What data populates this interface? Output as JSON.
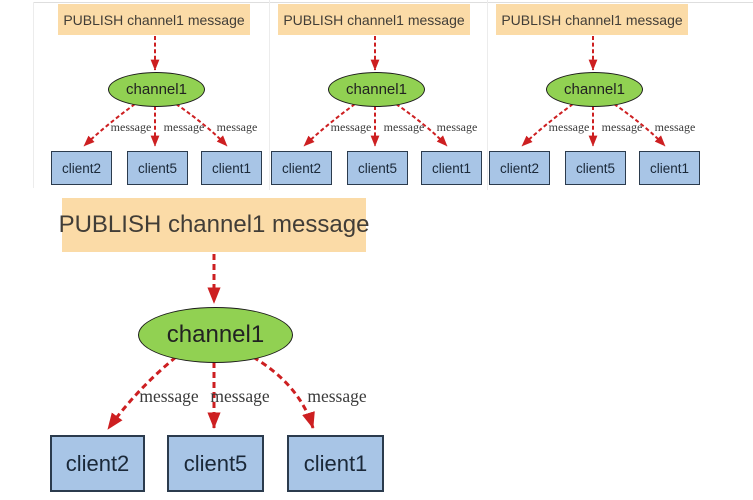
{
  "labels": {
    "publish_command": "PUBLISH channel1 message",
    "channel": "channel1",
    "edge_message": "message",
    "client_left": "client2",
    "client_middle": "client5",
    "client_right": "client1"
  },
  "colors": {
    "publish_box_fill": "#FBDBA7",
    "publish_text": "#413D37",
    "channel_ellipse_fill": "#91D152",
    "channel_ellipse_border": "#1D1D1B",
    "client_box_fill": "#A8C5E6",
    "client_box_border": "#2B3B4D",
    "client_text": "#1A2838",
    "arrow_red": "#CD1F21",
    "edge_label_text": "#3A3A3A",
    "background": "#FFFFFF",
    "tile_border": "#E7E7E7"
  }
}
